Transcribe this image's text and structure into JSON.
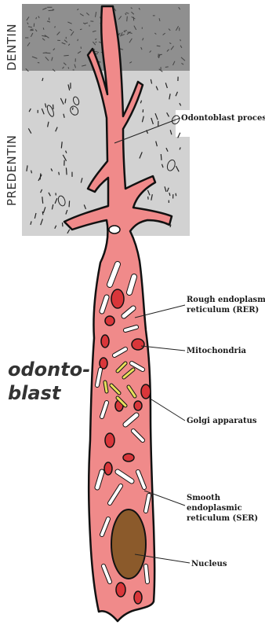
{
  "layers": {
    "dentin": "DENTIN",
    "predentin": "PREDENTIN"
  },
  "cell_title": {
    "line1": "odonto-",
    "line2": "blast"
  },
  "labels": {
    "odontoblast_process": "Odontoblast process",
    "rer_line1": "Rough endoplasmic",
    "rer_line2": "reticulum (RER)",
    "mitochondria": "Mitochondria",
    "golgi": "Golgi apparatus",
    "ser_line1": "Smooth",
    "ser_line2": "endoplasmic",
    "ser_line3": "reticulum (SER)",
    "nucleus": "Nucleus"
  },
  "colors": {
    "dentin": "#8f8f8f",
    "predentin": "#d2d2d2",
    "cytoplasm": "#f08a8a",
    "mitochondria": "#d9363a",
    "golgi": "#e8e05a",
    "nucleus": "#8b5a2b",
    "outline": "#111111"
  }
}
